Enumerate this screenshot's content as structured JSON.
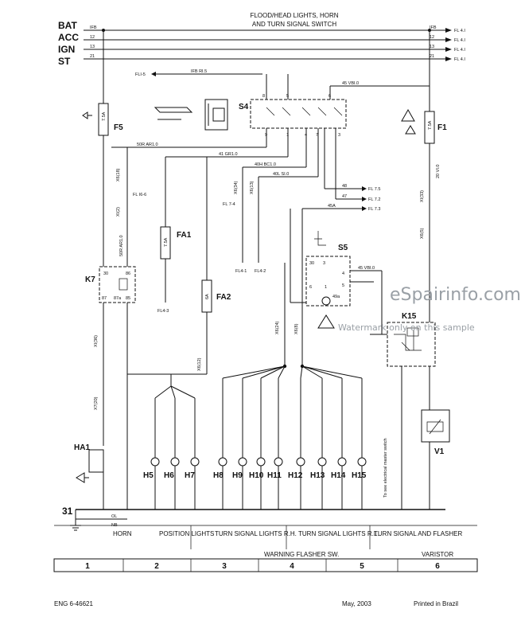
{
  "title": {
    "line1": "FLOOD/HEAD LIGHTS, HORN",
    "line2": "AND TURN SIGNAL SWITCH"
  },
  "supply_rails": [
    {
      "name": "BAT",
      "wire": "IFB",
      "dest": "FL 4.I"
    },
    {
      "name": "ACC",
      "wire": "12",
      "dest": "FL 4.I"
    },
    {
      "name": "IGN",
      "wire": "13",
      "dest": "FL 4.I"
    },
    {
      "name": "ST",
      "wire": "21",
      "dest": "FL 4.I"
    }
  ],
  "ground": {
    "node": "31",
    "wire": "OL",
    "wire2": "NB"
  },
  "fuses": {
    "f5": {
      "label": "F5",
      "rating": "7.5A"
    },
    "f1": {
      "label": "F1",
      "rating": "7.5A"
    }
  },
  "components": {
    "s4": "S4",
    "s5": "S5",
    "k7": "K7",
    "k15": "K15",
    "fa1": "FA1",
    "fa2": "FA2",
    "ha1": "HA1",
    "v1": "V1",
    "fa1_rating": "7.5A",
    "fa2_rating": "6A",
    "h5": "H5",
    "h6": "H6",
    "h7": "H7",
    "h8": "H8",
    "h9": "H9",
    "h10": "H10",
    "h11": "H11",
    "h12": "H12",
    "h13": "H13",
    "h14": "H14",
    "h15": "H15"
  },
  "k7_pins": [
    "30",
    "86",
    "87",
    "87a",
    "85"
  ],
  "s4_pins": [
    "8",
    "5",
    "6",
    "9",
    "1",
    "4",
    "7",
    "3"
  ],
  "s5_pins": [
    "30",
    "3",
    "4",
    "5",
    "6",
    "1",
    "49a"
  ],
  "wire_labels": {
    "fl1_5": "FLI-5",
    "ifb_ri5": "IFB RI.5",
    "w50r": "50R AR1.0",
    "w41": "41 GR1.0",
    "w40h": "40H BC1.0",
    "w40l": "40L SI.0",
    "w45": "45 VBI.0",
    "w48": "48",
    "w47": "47",
    "w45a": "45A",
    "w20": "20 VI.0",
    "ref_fl75": "FL 7.5",
    "ref_fl72": "FL 7.2",
    "ref_fl73": "FL 7.3",
    "ref_fl166": "FL I6-6",
    "ref_fl74": "FL 7-4",
    "ref_fl41": "FL4-1",
    "ref_fl42": "FL4-2",
    "ref_fl43": "FL4-3",
    "x6_18": "X6(18)",
    "x1_2": "XI(2)",
    "x1_36": "XI(36)",
    "x7_20": "X7(20)",
    "x6_5": "X6(5)",
    "x1_33": "XI(33)",
    "x6_8": "X6(8)",
    "x6_24": "X6(24)",
    "x6_12": "X6(12)",
    "x6_34": "X6(34)",
    "x6_13": "X6(13)"
  },
  "note_vertical": "To see electrical master switch",
  "sections": [
    {
      "label": "HORN"
    },
    {
      "label": "POSITION LIGHTS"
    },
    {
      "label": "TURN SIGNAL LIGHTS R.H."
    },
    {
      "label": "TURN SIGNAL LIGHTS R.L."
    },
    {
      "label": "TURN SIGNAL AND FLASHER"
    }
  ],
  "sub_sections": {
    "warning": "WARNING FLASHER SW.",
    "varistor": "VARISTOR"
  },
  "grid": [
    "1",
    "2",
    "3",
    "4",
    "5",
    "6"
  ],
  "watermark": {
    "main": "eSpairinfo.com",
    "sub": "Watermark only on this sample"
  },
  "footer": {
    "left": "ENG 6-46621",
    "center": "May, 2003",
    "right": "Printed in Brazil"
  }
}
